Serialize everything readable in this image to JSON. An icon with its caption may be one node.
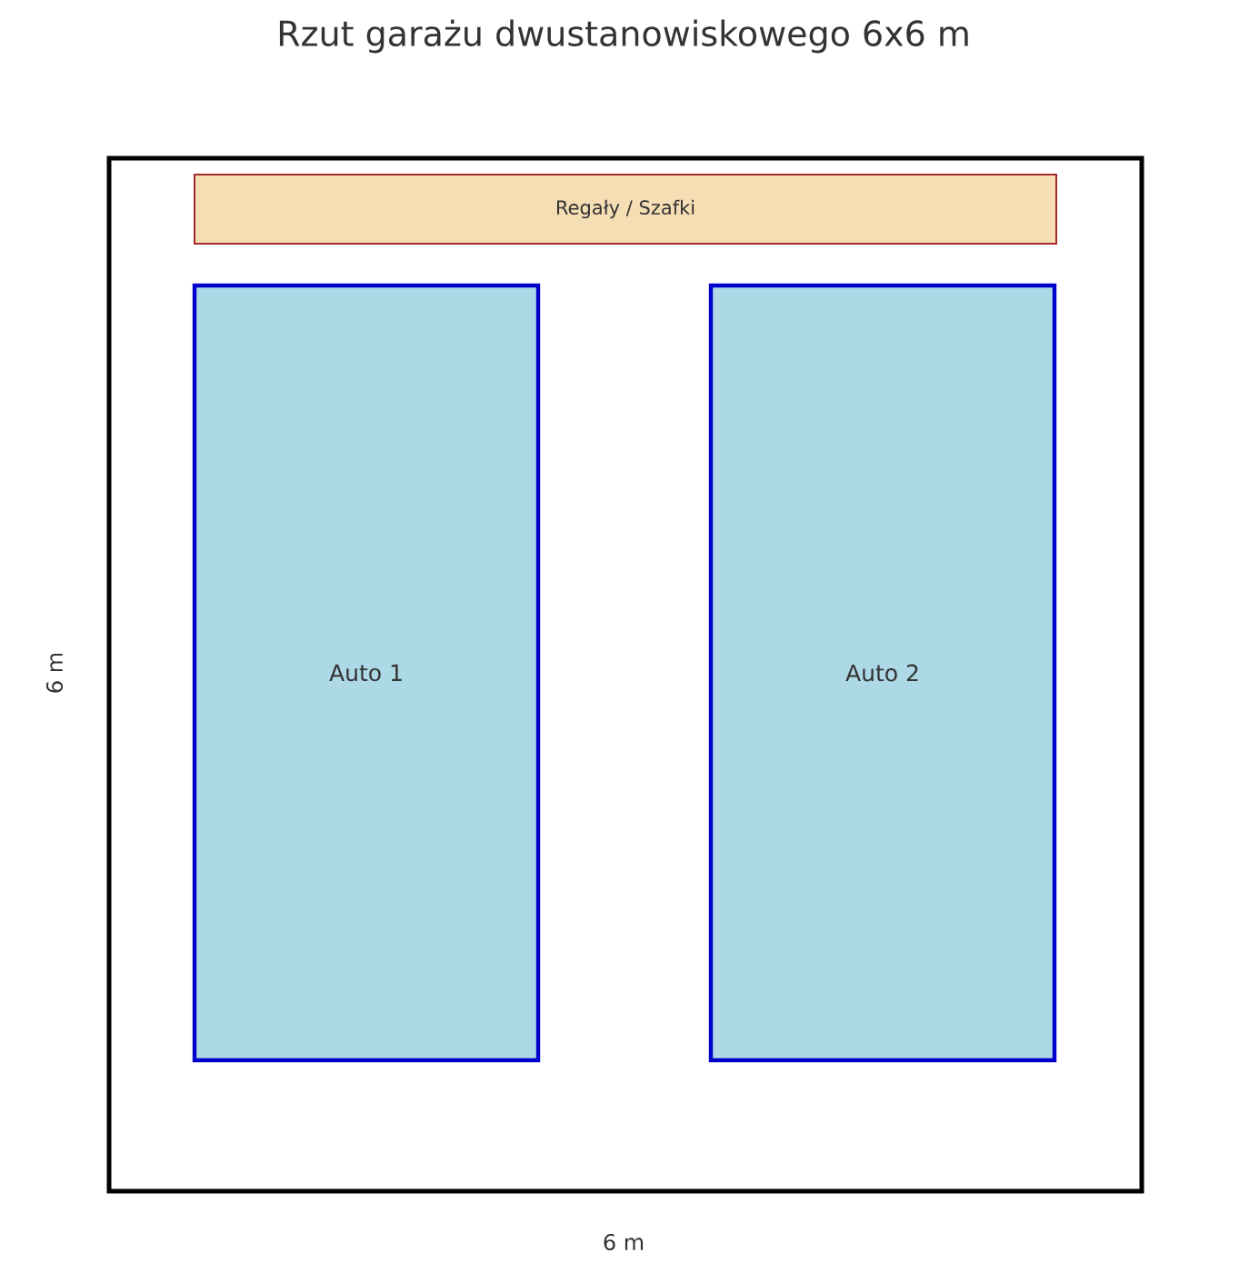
{
  "diagram": {
    "title": "Rzut garażu dwustanowiskowego 6x6 m",
    "nodes": [
      {
        "text": [],
        "shape": "box"
      },
      {
        "text": [
          "Regały / Szafki"
        ],
        "in": 0
      },
      {
        "text": [
          "Auto 1"
        ],
        "in": 0
      },
      {
        "text": [
          "Auto 2"
        ],
        "in": 0
      }
    ],
    "edges": [],
    "labels": [
      "6 m",
      "6 m"
    ]
  }
}
